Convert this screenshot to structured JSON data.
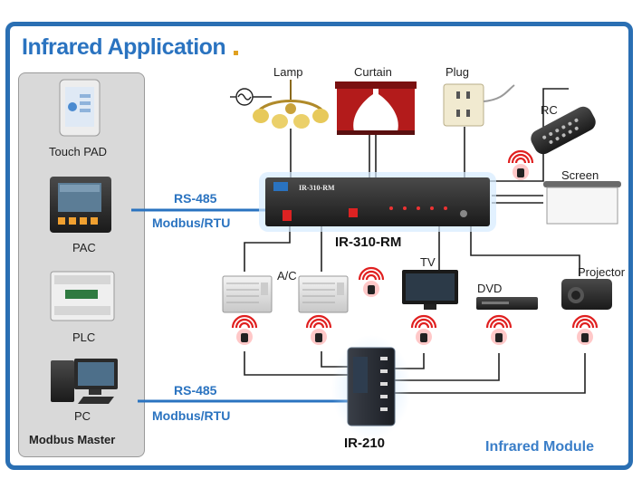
{
  "title": "Infrared Application",
  "master": {
    "devices": [
      "Touch PAD",
      "PAC",
      "PLC",
      "PC"
    ],
    "label": "Modbus Master"
  },
  "buses": {
    "top_line1": "RS-485",
    "top_line2": "Modbus/RTU",
    "bottom_line1": "RS-485",
    "bottom_line2": "Modbus/RTU"
  },
  "controller": {
    "name": "IR-310-RM",
    "panel_text": "IR-310-RM"
  },
  "module": {
    "name": "IR-210",
    "label": "Infrared Module"
  },
  "appliances": {
    "lamp": "Lamp",
    "curtain": "Curtain",
    "plug": "Plug",
    "rc": "RC",
    "screen": "Screen",
    "ac": "A/C",
    "tv": "TV",
    "dvd": "DVD",
    "projector": "Projector"
  },
  "colors": {
    "frame": "#2a6fb3",
    "accent": "#2a73c0",
    "bus_line": "#2a73c0",
    "ir_signal": "#e02020",
    "module_glow": "#cfe8ff"
  }
}
